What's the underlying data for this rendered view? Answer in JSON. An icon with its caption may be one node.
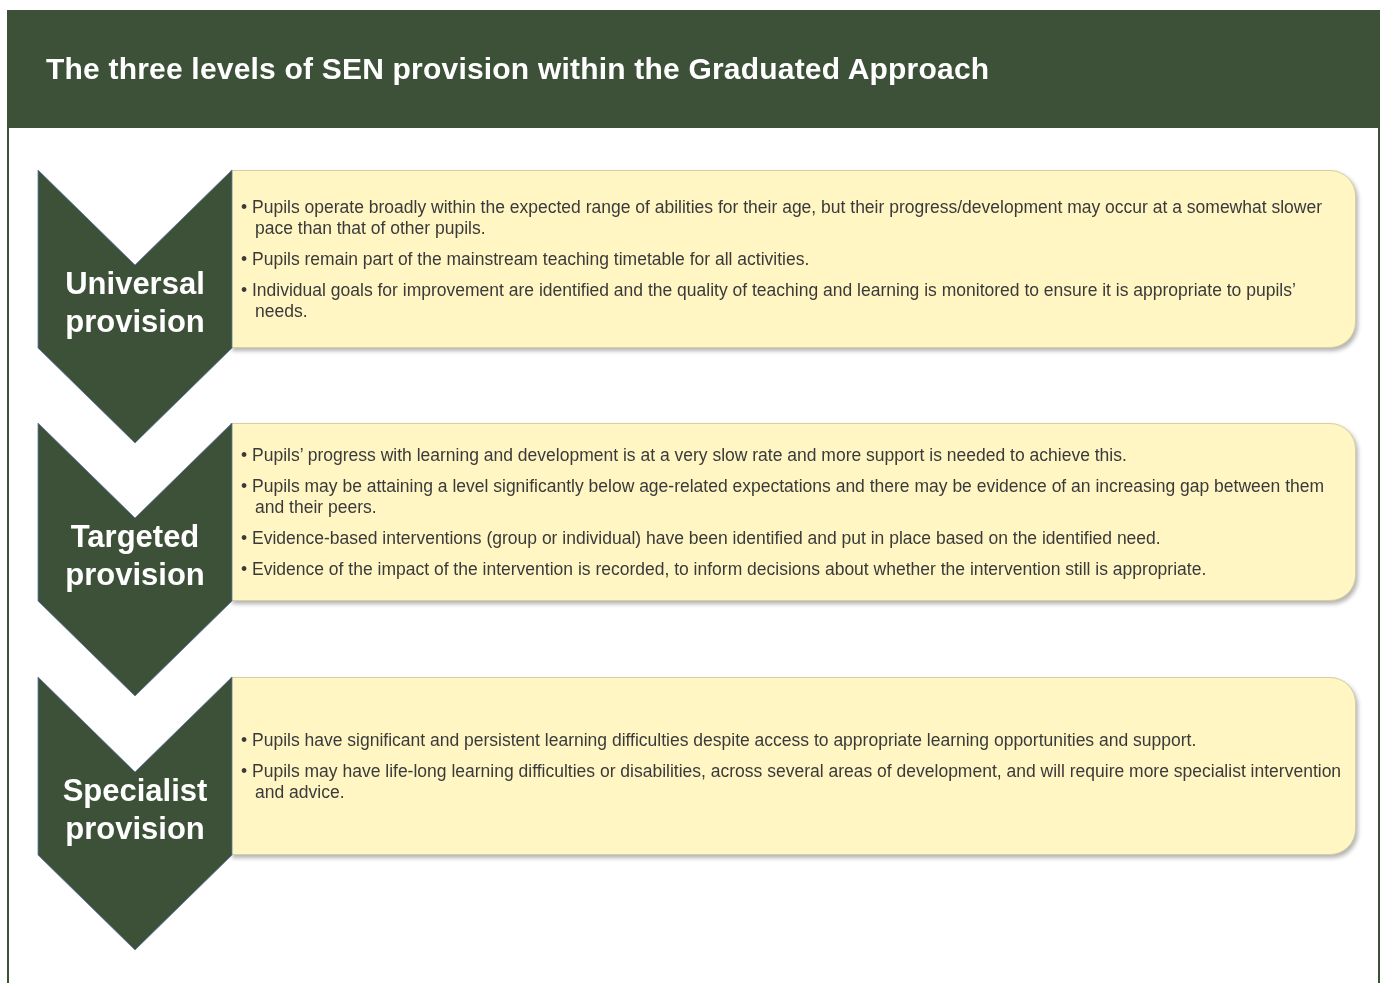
{
  "diagram": {
    "title": "The three levels of SEN provision within the Graduated Approach",
    "nodes": [
      {
        "text": [
          "Universal provision"
        ]
      },
      {
        "text": [
          "• Pupils operate broadly within the expected range of abilities for their age, but their progress/development may occur at a somewhat slower pace than that of other pupils.",
          "• Pupils remain part of the mainstream teaching timetable for all activities.",
          "• Individual goals for improvement are identified and the quality of teaching and learning is monitored to ensure it is appropriate to pupils’ needs."
        ]
      },
      {
        "text": [
          "Targeted provision"
        ]
      },
      {
        "text": [
          "• Pupils’ progress with learning and development is at a very slow rate and more support is needed to achieve this.",
          "• Pupils may be attaining a level significantly below age-related expectations and there may be evidence of an increasing gap between them and their peers.",
          "• Evidence-based interventions (group or individual) have been identified and put in place based on the identified need.",
          "• Evidence of the impact of the intervention is recorded, to inform decisions about whether the intervention still is appropriate."
        ]
      },
      {
        "text": [
          "Specialist provision"
        ]
      },
      {
        "text": [
          "• Pupils have significant and persistent learning difficulties despite access to appropriate learning opportunities and support.",
          "• Pupils may have life-long learning difficulties or disabilities, across several areas of development, and will require more specialist intervention and advice."
        ]
      }
    ]
  }
}
